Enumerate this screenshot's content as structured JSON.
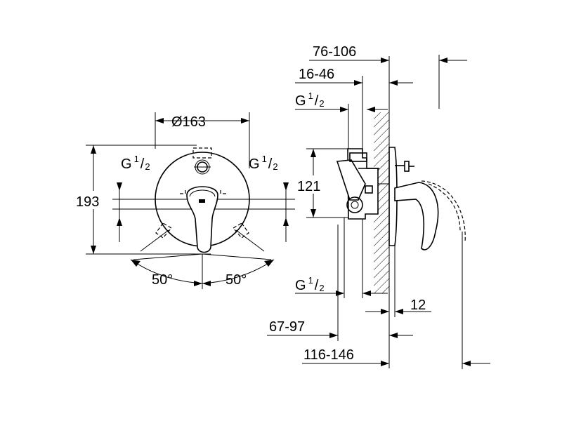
{
  "front_view": {
    "diameter_label": "Ø163",
    "height_label": "193",
    "thread_left_base": "G",
    "thread_left_num": "1",
    "thread_left_den": "2",
    "thread_right_base": "G",
    "thread_right_num": "1",
    "thread_right_den": "2",
    "angle_left": "50°",
    "angle_right": "50°"
  },
  "side_view": {
    "depth_top": "76-106",
    "depth_mid": "16-46",
    "thread_top_base": "G",
    "thread_top_num": "1",
    "thread_top_den": "2",
    "height_121": "121",
    "thread_bottom_base": "G",
    "thread_bottom_num": "1",
    "thread_bottom_den": "2",
    "dim_12": "12",
    "depth_67_97": "67-97",
    "depth_116_146": "116-146"
  }
}
